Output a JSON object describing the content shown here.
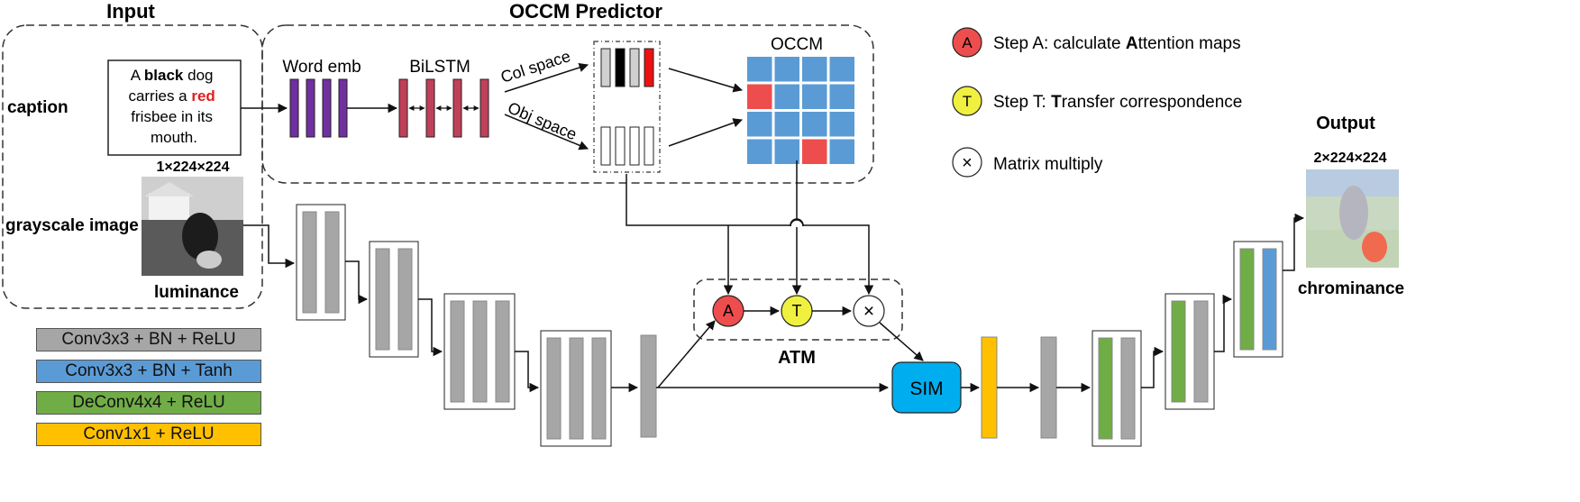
{
  "headers": {
    "input": "Input",
    "predictor": "OCCM Predictor",
    "output": "Output"
  },
  "input": {
    "caption_label": "caption",
    "caption_text": [
      "A ",
      "black",
      " dog",
      "carries a ",
      "red",
      "frisbee in its",
      "mouth."
    ],
    "image_dims": "1×224×224",
    "image_label": "grayscale image",
    "luminance_label": "luminance"
  },
  "predictor": {
    "word_emb": "Word emb",
    "bilstm": "BiLSTM",
    "col_space": "Col space",
    "obj_space": "Obj space",
    "occm": "OCCM"
  },
  "steps": {
    "a_symbol": "A",
    "a_text_pre": "Step A: calculate ",
    "a_text_bold": "A",
    "a_text_post": "ttention maps",
    "t_symbol": "T",
    "t_text_pre": "Step T: ",
    "t_text_bold": "T",
    "t_text_post": "ransfer correspondence",
    "x_symbol": "×",
    "x_text": "Matrix multiply"
  },
  "atm": {
    "label": "ATM",
    "a": "A",
    "t": "T",
    "x": "×"
  },
  "sim": {
    "label": "SIM"
  },
  "output": {
    "dims": "2×224×224",
    "chrominance_label": "chrominance"
  },
  "legend": [
    {
      "label": "Conv3x3 + BN + ReLU",
      "color": "#a6a6a6"
    },
    {
      "label": "Conv3x3 + BN + Tanh",
      "color": "#5b9bd5"
    },
    {
      "label": "DeConv4x4 + ReLU",
      "color": "#70ad47"
    },
    {
      "label": "Conv1x1 + ReLU",
      "color": "#ffc000"
    }
  ],
  "colors": {
    "gray": "#a6a6a6",
    "blue": "#5b9bd5",
    "green": "#70ad47",
    "yellow": "#ffc000",
    "purple": "#7030a0",
    "bilstm": "#c0405a",
    "red": "#ee4d4d",
    "step_t": "#f0f040",
    "sim": "#00aeef"
  }
}
